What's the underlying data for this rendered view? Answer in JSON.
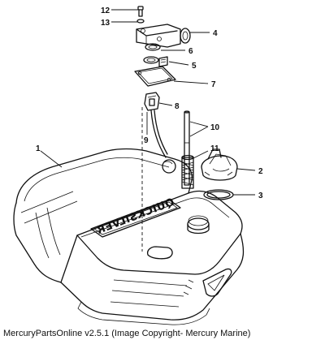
{
  "callouts": {
    "c1": "1",
    "c2": "2",
    "c3": "3",
    "c4": "4",
    "c5": "5",
    "c6": "6",
    "c7": "7",
    "c8": "8",
    "c9": "9",
    "c10": "10",
    "c11": "11",
    "c12": "12",
    "c13": "13"
  },
  "tank_brand": "QUICKSILVER",
  "caption": "MercuryPartsOnline v2.5.1 (Image Copyright- Mercury Marine)"
}
